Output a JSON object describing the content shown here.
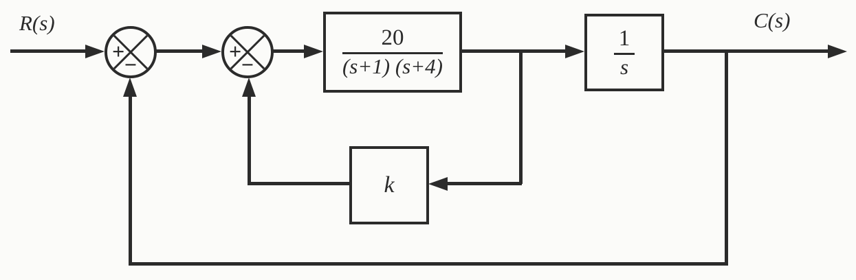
{
  "diagram": {
    "type": "control-system-block-diagram",
    "input_label": "R(s)",
    "output_label": "C(s)",
    "summing_junctions": [
      {
        "id": "sum1",
        "plus_sign": "+",
        "minus_sign": "−"
      },
      {
        "id": "sum2",
        "plus_sign": "+",
        "minus_sign": "−"
      }
    ],
    "blocks": {
      "plant": {
        "numerator": "20",
        "denominator": "(s+1) (s+4)"
      },
      "integrator": {
        "numerator": "1",
        "denominator": "s"
      },
      "feedback_gain": {
        "label": "k"
      }
    },
    "colors": {
      "ink": "#2b2b2b",
      "background": "#fbfbf9"
    }
  }
}
